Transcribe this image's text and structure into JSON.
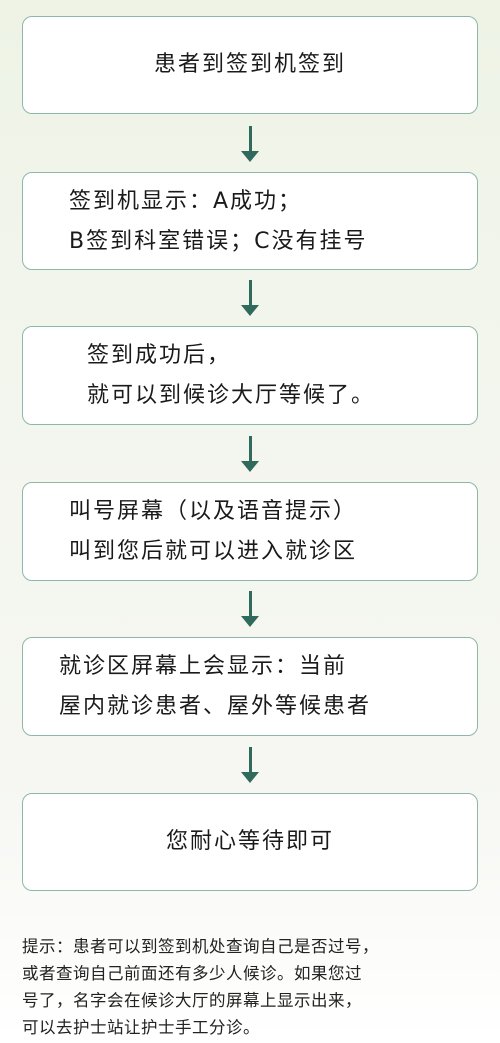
{
  "steps": [
    {
      "lines": [
        "患者到签到机签到"
      ]
    },
    {
      "lines": [
        "签到机显示：A成功；",
        "B签到科室错误；C没有挂号"
      ]
    },
    {
      "lines": [
        "签到成功后，",
        "就可以到候诊大厅等候了。"
      ]
    },
    {
      "lines": [
        "叫号屏幕（以及语音提示）",
        "叫到您后就可以进入就诊区"
      ]
    },
    {
      "lines": [
        "就诊区屏幕上会显示：当前",
        "屋内就诊患者、屋外等候患者"
      ]
    },
    {
      "lines": [
        "您耐心等待即可"
      ]
    }
  ],
  "tip": {
    "lines": [
      "提示：患者可以到签到机处查询自己是否过号，",
      "或者查询自己前面还有多少人候诊。如果您过",
      "号了，名字会在候诊大厅的屏幕上显示出来，",
      "可以去护士站让护士手工分诊。"
    ]
  }
}
